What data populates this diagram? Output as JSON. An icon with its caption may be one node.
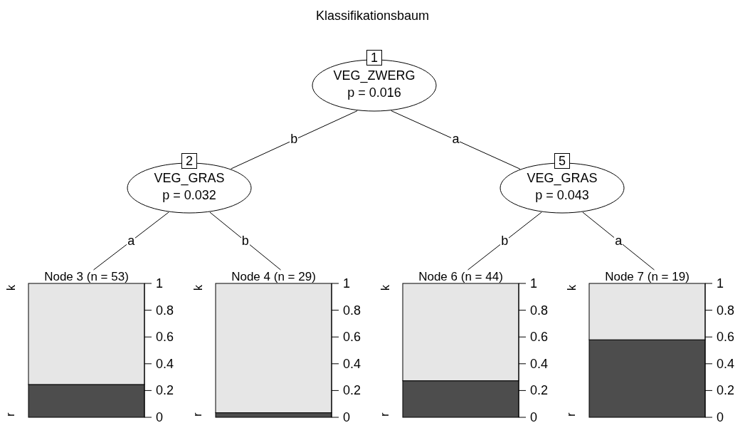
{
  "diagram": {
    "title": "Klassifikationsbaum",
    "nodes": [
      {
        "text": [
          "1",
          "VEG_ZWERG",
          "p = 0.016"
        ]
      },
      {
        "text": [
          "2",
          "VEG_GRAS",
          "p = 0.032"
        ]
      },
      {
        "text": [
          "5",
          "VEG_GRAS",
          "p = 0.043"
        ]
      },
      {
        "text": [
          "Node 3 (n = 53)"
        ],
        "beside": [
          "k",
          "r",
          "1",
          "0.8",
          "0.6",
          "0.4",
          "0.2",
          "0"
        ]
      },
      {
        "text": [
          "Node 4 (n = 29)"
        ],
        "beside": [
          "k",
          "r",
          "1",
          "0.8",
          "0.6",
          "0.4",
          "0.2",
          "0"
        ]
      },
      {
        "text": [
          "Node 6 (n = 44)"
        ],
        "beside": [
          "k",
          "r",
          "1",
          "0.8",
          "0.6",
          "0.4",
          "0.2",
          "0"
        ]
      },
      {
        "text": [
          "Node 7 (n = 19)"
        ],
        "beside": [
          "k",
          "r"
        ]
      }
    ],
    "edges": [
      {
        "from": 0,
        "to": 1,
        "arrow": "none",
        "label": "b"
      },
      {
        "from": 0,
        "to": 2,
        "arrow": "none",
        "label": "a"
      },
      {
        "from": 1,
        "to": 3,
        "arrow": "none",
        "label": "a"
      },
      {
        "from": 1,
        "to": 4,
        "arrow": "none",
        "label": "b"
      },
      {
        "from": 2,
        "to": 5,
        "arrow": "none",
        "label": "b"
      },
      {
        "from": 2,
        "to": 6,
        "arrow": "none",
        "label": "a"
      }
    ],
    "chart_data": {
      "type": "bar",
      "stacked": true,
      "ylim": [
        0,
        1
      ],
      "yticks": [
        0,
        0.2,
        0.4,
        0.6,
        0.8,
        1
      ],
      "series": [
        {
          "color": "#4d4d4d",
          "values": [
            0.245,
            0.034,
            0.273,
            0.579
          ]
        },
        {
          "color": "#e6e6e6",
          "values": [
            0.755,
            0.966,
            0.727,
            0.421
          ]
        }
      ]
    }
  }
}
